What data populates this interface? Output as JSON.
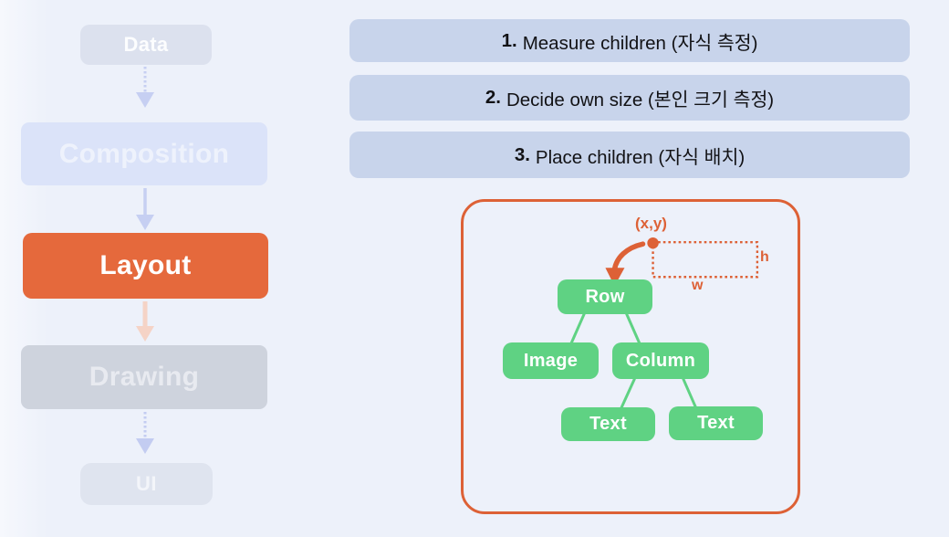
{
  "flowchart": {
    "stages": [
      {
        "label": "Data",
        "active": false
      },
      {
        "label": "Composition",
        "active": false
      },
      {
        "label": "Layout",
        "active": true
      },
      {
        "label": "Drawing",
        "active": false
      },
      {
        "label": "UI",
        "active": false
      }
    ]
  },
  "steps": [
    {
      "number": "1.",
      "text": "Measure children (자식 측정)"
    },
    {
      "number": "2.",
      "text": "Decide own size (본인 크기 측정)"
    },
    {
      "number": "3.",
      "text": "Place children (자식 배치)"
    }
  ],
  "tree_diagram": {
    "origin_label": "(x,y)",
    "height_label": "h",
    "width_label": "w",
    "nodes": {
      "root": "Row",
      "left_child": "Image",
      "right_child": "Column",
      "grandchild_left": "Text",
      "grandchild_right": "Text"
    },
    "edges": [
      [
        "Row",
        "Image"
      ],
      [
        "Row",
        "Column"
      ],
      [
        "Column",
        "Text (left)"
      ],
      [
        "Column",
        "Text (right)"
      ]
    ]
  },
  "colors": {
    "page_background": "#edf1fa",
    "highlight_orange": "#e5693c",
    "diagram_border_orange": "#dd6136",
    "node_green": "#5fd283",
    "banner_blue": "#c8d4eb",
    "faded_blue_box": "#dbe3f9",
    "faded_gray_box": "#ced3dd",
    "arrow_blue": "#c6cff2",
    "arrow_peach": "#f5d3c6"
  }
}
